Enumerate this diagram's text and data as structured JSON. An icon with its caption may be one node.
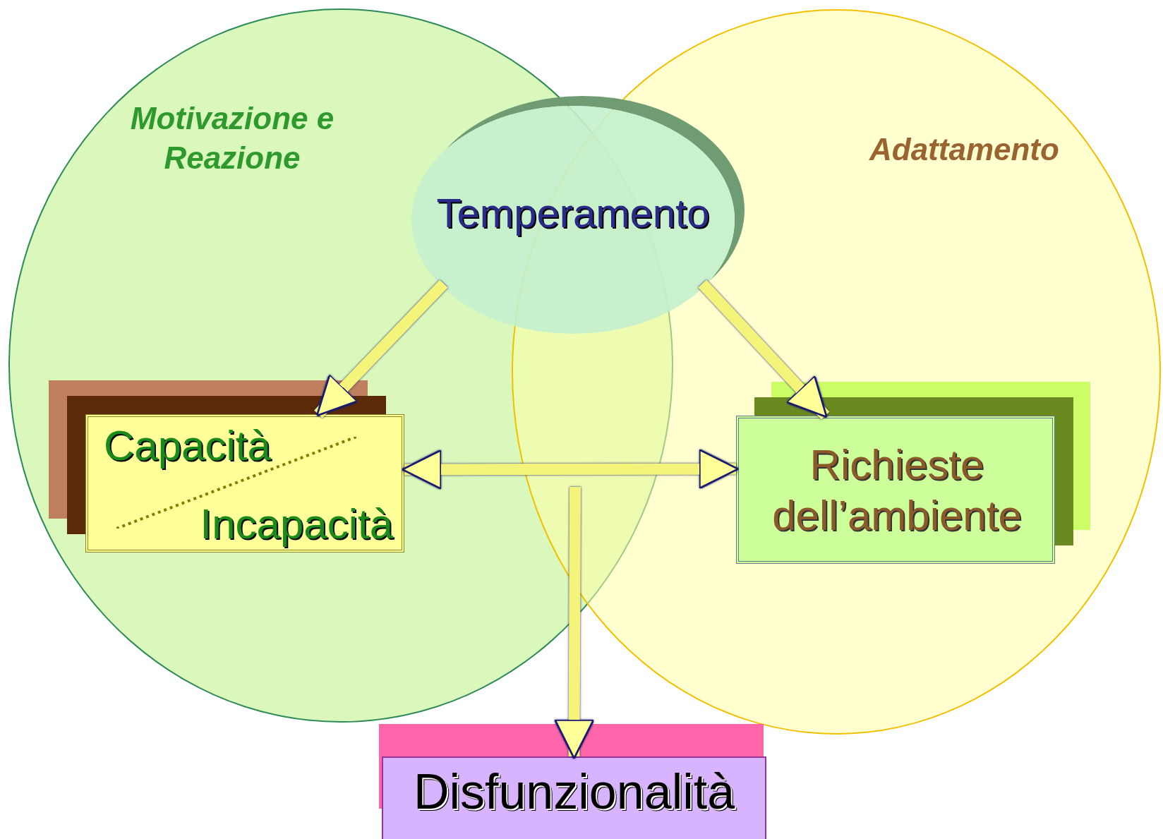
{
  "diagram": {
    "nodes": [
      {
        "text": [
          "Motivazione e Reazione"
        ]
      },
      {
        "text": [
          "Adattamento"
        ]
      },
      {
        "text": [
          "Temperamento"
        ]
      },
      {
        "text": [
          "Capacità",
          "Incapacità"
        ],
        "in": 0
      },
      {
        "text": [
          "Richieste dell’ambiente"
        ],
        "in": 1
      },
      {
        "text": [
          "Disfunzionalità"
        ]
      }
    ],
    "edges": [
      {
        "from": 2,
        "to": 3,
        "arrow": "to"
      },
      {
        "from": 2,
        "to": 4,
        "arrow": "to"
      },
      {
        "from": 3,
        "to": 4,
        "arrow": "both"
      },
      {
        "from": null,
        "to": 5,
        "arrow": "to"
      }
    ]
  }
}
